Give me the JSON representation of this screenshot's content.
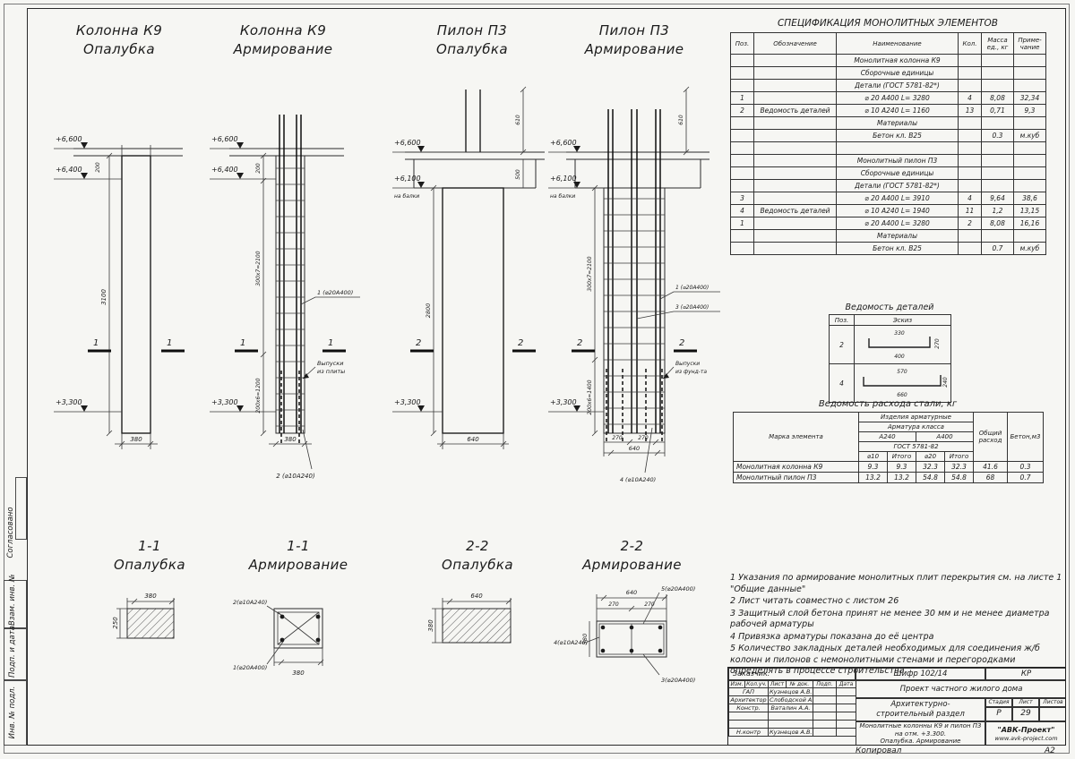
{
  "frame": {
    "copy_label": "Копировал",
    "format_label": "А2",
    "margin": {
      "agreed": "Согласовано",
      "vzam": "Взам. инв. №",
      "podp": "Подп. и дата",
      "inv": "Инв. № подл."
    }
  },
  "drawings": {
    "k9f": {
      "title1": "Колонна К9",
      "title2": "Опалубка",
      "lvl_top": "+6,600",
      "lvl_mid": "+6,400",
      "lvl_bot": "+3,300",
      "dim_h": "3100",
      "dim_slab": "200",
      "dim_w": "380",
      "sec": "1"
    },
    "k9a": {
      "title1": "Колонна К9",
      "title2": "Армирование",
      "lvl_top": "+6,600",
      "lvl_mid": "+6,400",
      "lvl_bot": "+3,300",
      "dim_top": "200",
      "dim_mid": "300х7=2100",
      "dim_low": "200х6=1200",
      "dim_w": "380",
      "sec": "1",
      "callout_bar": "1 (⌀20А400)",
      "callout_tie": "2 (⌀10А240)",
      "starter1": "Выпуски",
      "starter2": "из плиты"
    },
    "p3f": {
      "title1": "Пилон П3",
      "title2": "Опалубка",
      "lvl_top": "+6,600",
      "lvl_mid1": "+6,100",
      "lvl_mid2": "на балки",
      "lvl_bot": "+3,300",
      "dim_top": "610",
      "dim_beam": "500",
      "dim_h": "2800",
      "dim_w": "640",
      "sec": "2"
    },
    "p3a": {
      "title1": "Пилон П3",
      "title2": "Армирование",
      "lvl_top": "+6,600",
      "lvl_mid1": "+6,100",
      "lvl_mid2": "на балки",
      "lvl_bot": "+3,300",
      "dim_top": "610",
      "dim_mid": "300х7=2100",
      "dim_low": "200х6=1400",
      "dim_sp1": "270",
      "dim_sp2": "270",
      "dim_w": "640",
      "sec": "2",
      "callout_bar1": "1 (⌀20А400)",
      "callout_bar3": "3 (⌀20А400)",
      "callout_tie": "4 (⌀10А240)",
      "starter1": "Выпуски",
      "starter2": "из фунд-та"
    }
  },
  "sections": {
    "s11f": {
      "title1": "1-1",
      "title2": "Опалубка",
      "dim_w": "380",
      "dim_h": "250"
    },
    "s11a": {
      "title1": "1-1",
      "title2": "Армирование",
      "dim_w": "380",
      "callout_tie": "2(⌀10А240)",
      "callout_bar": "1(⌀20А400)"
    },
    "s22f": {
      "title1": "2-2",
      "title2": "Опалубка",
      "dim_w": "640",
      "dim_h": "380"
    },
    "s22a": {
      "title1": "2-2",
      "title2": "Армирование",
      "dim_w": "640",
      "dim_h": "380",
      "dim_sp1": "270",
      "dim_sp2": "270",
      "callout5": "5(⌀20А400)",
      "callout4": "4(⌀10А240)",
      "callout3": "3(⌀20А400)"
    }
  },
  "spec": {
    "title": "СПЕЦИФИКАЦИЯ МОНОЛИТНЫХ ЭЛЕМЕНТОВ",
    "headers": [
      "Поз.",
      "Обозначение",
      "Наименование",
      "Кол.",
      "Масса ед., кг",
      "Приме- чание"
    ],
    "rows": [
      [
        "",
        "",
        "Монолитная колонна К9",
        "",
        "",
        ""
      ],
      [
        "",
        "",
        "Сборочные единицы",
        "",
        "",
        ""
      ],
      [
        "",
        "",
        "Детали (ГОСТ 5781-82*)",
        "",
        "",
        ""
      ],
      [
        "1",
        "",
        "⌀ 20 А400  L= 3280",
        "4",
        "8,08",
        "32,34"
      ],
      [
        "2",
        "Ведомость деталей",
        "⌀ 10 А240  L= 1160",
        "13",
        "0,71",
        "9,3"
      ],
      [
        "",
        "",
        "Материалы",
        "",
        "",
        ""
      ],
      [
        "",
        "",
        "Бетон кл. В25",
        "",
        "0.3",
        "м.куб"
      ],
      [
        "",
        "",
        "",
        "",
        "",
        ""
      ],
      [
        "",
        "",
        "Монолитный пилон П3",
        "",
        "",
        ""
      ],
      [
        "",
        "",
        "Сборочные единицы",
        "",
        "",
        ""
      ],
      [
        "",
        "",
        "Детали (ГОСТ 5781-82*)",
        "",
        "",
        ""
      ],
      [
        "3",
        "",
        "⌀ 20 А400  L= 3910",
        "4",
        "9,64",
        "38,6"
      ],
      [
        "4",
        "Ведомость деталей",
        "⌀ 10 А240  L= 1940",
        "11",
        "1,2",
        "13,15"
      ],
      [
        "1",
        "",
        "⌀ 20 А400  L= 3280",
        "2",
        "8,08",
        "16,16"
      ],
      [
        "",
        "",
        "Материалы",
        "",
        "",
        ""
      ],
      [
        "",
        "",
        "Бетон кл. В25",
        "",
        "0.7",
        "м.куб"
      ]
    ]
  },
  "details": {
    "title": "Ведомость деталей",
    "headers": [
      "Поз.",
      "Эскиз"
    ],
    "rows": [
      {
        "pos": "2",
        "top": "330",
        "side": "270",
        "bottom": "400"
      },
      {
        "pos": "4",
        "top": "570",
        "side": "240",
        "bottom": "660"
      }
    ]
  },
  "steel": {
    "title": "Ведомость расхода стали, кг",
    "h_mark": "Марка элемента",
    "h_prod": "Изделия арматурные",
    "h_class": "Арматура класса",
    "h_a240": "А240",
    "h_a400": "А400",
    "h_gost": "ГОСТ 5781-82",
    "h_d10": "⌀10",
    "h_it1": "Итого",
    "h_d20": "⌀20",
    "h_it2": "Итого",
    "h_total": "Общий расход",
    "h_concrete": "Бетон,м3",
    "rows": [
      [
        "Монолитная колонна К9",
        "9.3",
        "9.3",
        "32.3",
        "32.3",
        "41.6",
        "0.3"
      ],
      [
        "Монолитный пилон П3",
        "13.2",
        "13.2",
        "54.8",
        "54.8",
        "68",
        "0.7"
      ]
    ]
  },
  "notes": {
    "items": [
      "1 Указания по армирование монолитных плит перекрытия см. на листе 1 \"Общие данные\"",
      "2 Лист читать совместно с листом 26",
      "3 Защитный слой бетона  принят  не менее 30 мм и не менее диаметра рабочей арматуры",
      "4 Привязка арматуры показана до её центра",
      "5 Количество закладных деталей необходимых для соединения  ж/б колонн и пилонов с немонолитными стенами и перегородками определять в процессе строительства"
    ]
  },
  "stamp": {
    "customer": "Заказчик:",
    "cipher": "Шифр 102/14",
    "mark": "КР",
    "cols": [
      "Изм.",
      "Кол.уч.",
      "Лист",
      "№ док.",
      "Подп.",
      "Дата"
    ],
    "people": [
      [
        "ГАП",
        "Кузнецов А.В.",
        "",
        ""
      ],
      [
        "Архитектор",
        "Слободской А.М.",
        "",
        ""
      ],
      [
        "Констр.",
        "Ваталин А.А.",
        "",
        ""
      ],
      [
        "",
        "",
        "",
        ""
      ],
      [
        "",
        "",
        "",
        ""
      ],
      [
        "Н.контр",
        "Кузнецов А.В.",
        "",
        ""
      ]
    ],
    "project": "Проект частного жилого дома",
    "section": "Архитектурно- строительный раздел",
    "stage_h": "Стадия",
    "sheet_h": "Лист",
    "sheets_h": "Листов",
    "stage": "Р",
    "sheet_no": "29",
    "sheets": "",
    "obj1": "Монолитные колонны К9 и пилон П3",
    "obj2": "на отм. +3.300.",
    "obj3": "Опалубка. Армирование",
    "firm": "\"АВК-Проект\"",
    "site": "www.avk-project.com"
  }
}
